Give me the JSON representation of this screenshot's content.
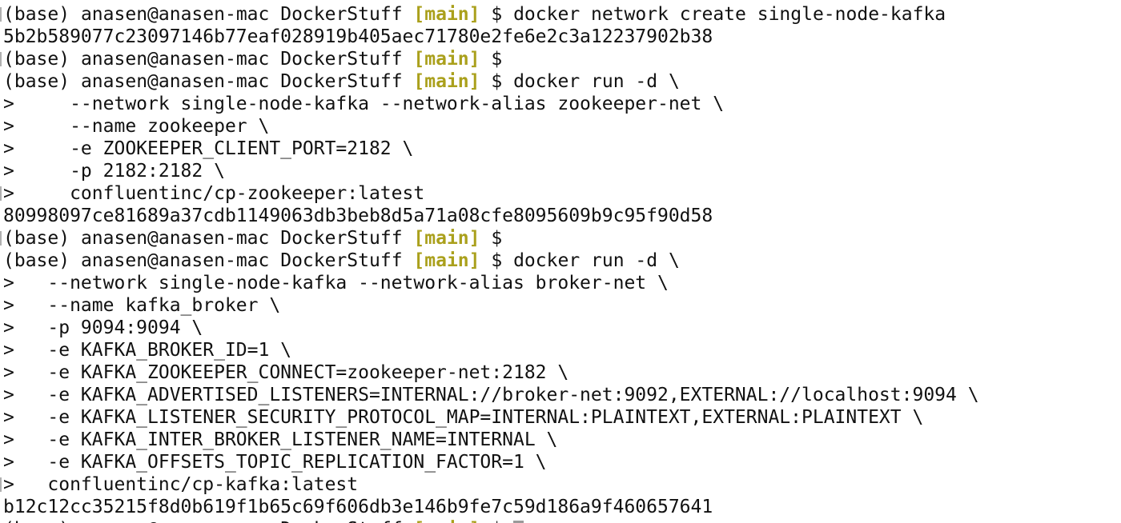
{
  "prompt": {
    "env": "(base)",
    "userhost": "anasen@anasen-mac",
    "dir": "DockerStuff",
    "branch": "[main]",
    "symbol": "$"
  },
  "lines": [
    {
      "kind": "prompt",
      "cmd": "docker network create single-node-kafka"
    },
    {
      "kind": "output",
      "text": "5b2b589077c23097146b77eaf028919b405aec71780e2fe6e2c3a12237902b38"
    },
    {
      "kind": "prompt",
      "cmd": ""
    },
    {
      "kind": "prompt",
      "cmd": "docker run -d \\"
    },
    {
      "kind": "cont",
      "text": ">     --network single-node-kafka --network-alias zookeeper-net \\"
    },
    {
      "kind": "cont",
      "text": ">     --name zookeeper \\"
    },
    {
      "kind": "cont",
      "text": ">     -e ZOOKEEPER_CLIENT_PORT=2182 \\"
    },
    {
      "kind": "cont",
      "text": ">     -p 2182:2182 \\"
    },
    {
      "kind": "cont",
      "text": ">     confluentinc/cp-zookeeper:latest"
    },
    {
      "kind": "output",
      "text": "80998097ce81689a37cdb1149063db3beb8d5a71a08cfe8095609b9c95f90d58"
    },
    {
      "kind": "prompt",
      "cmd": ""
    },
    {
      "kind": "prompt",
      "cmd": "docker run -d \\"
    },
    {
      "kind": "cont",
      "text": ">   --network single-node-kafka --network-alias broker-net \\"
    },
    {
      "kind": "cont",
      "text": ">   --name kafka_broker \\"
    },
    {
      "kind": "cont",
      "text": ">   -p 9094:9094 \\"
    },
    {
      "kind": "cont",
      "text": ">   -e KAFKA_BROKER_ID=1 \\"
    },
    {
      "kind": "cont",
      "text": ">   -e KAFKA_ZOOKEEPER_CONNECT=zookeeper-net:2182 \\"
    },
    {
      "kind": "cont",
      "text": ">   -e KAFKA_ADVERTISED_LISTENERS=INTERNAL://broker-net:9092,EXTERNAL://localhost:9094 \\"
    },
    {
      "kind": "cont",
      "text": ">   -e KAFKA_LISTENER_SECURITY_PROTOCOL_MAP=INTERNAL:PLAINTEXT,EXTERNAL:PLAINTEXT \\"
    },
    {
      "kind": "cont",
      "text": ">   -e KAFKA_INTER_BROKER_LISTENER_NAME=INTERNAL \\"
    },
    {
      "kind": "cont",
      "text": ">   -e KAFKA_OFFSETS_TOPIC_REPLICATION_FACTOR=1 \\"
    },
    {
      "kind": "cont",
      "text": ">   confluentinc/cp-kafka:latest"
    },
    {
      "kind": "output",
      "text": "b12c12cc35215f8d0b619f1b65c69f606db3e146b9fe7c59d186a9f460657641"
    },
    {
      "kind": "prompt",
      "cmd": "",
      "cursor": true
    }
  ],
  "colors": {
    "background": "#ffffff",
    "text": "#111111",
    "branch": "#aaa01c",
    "cursor": "#9a9a9a"
  }
}
